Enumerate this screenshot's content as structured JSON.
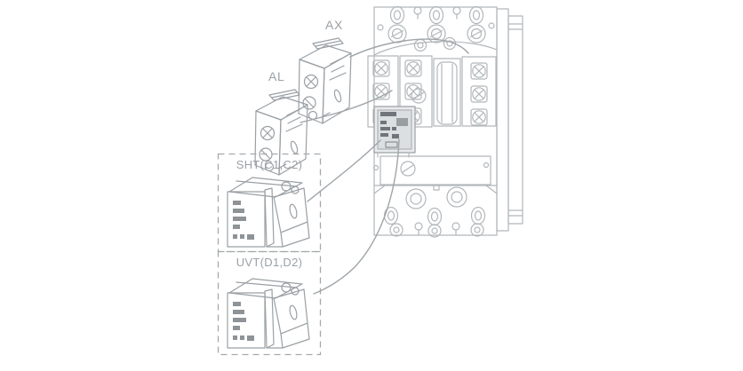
{
  "figure": {
    "type": "technical-line-diagram",
    "subject": "circuit-breaker-internal-accessories-installation",
    "background_color": "#ffffff",
    "line_color": "#b2b7bb",
    "module_line_color": "#9aa0a5",
    "label_color": "#9aa1a6",
    "labels": {
      "ax": "AX",
      "al": "AL",
      "sht": "SHT(C1,C2)",
      "uvt": "UVT(D1,D2)"
    }
  }
}
